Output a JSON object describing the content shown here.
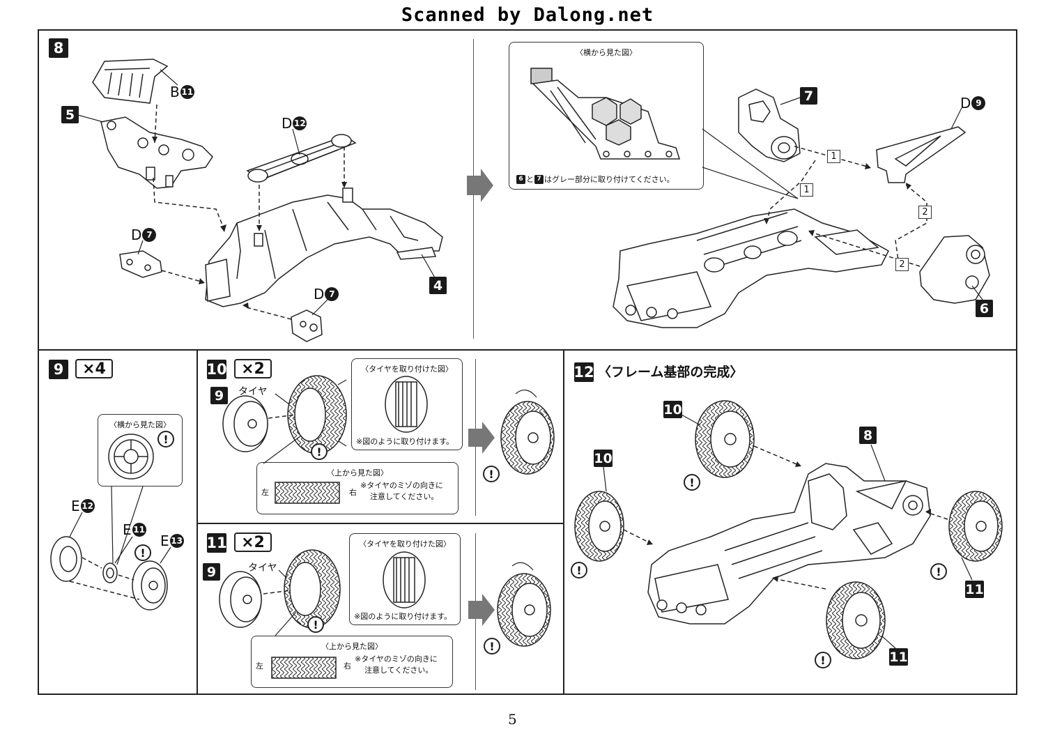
{
  "watermark": "Scanned by Dalong.net",
  "page_number": "5",
  "step8": {
    "number": "8",
    "parts": {
      "b11": {
        "letter": "B",
        "num": "11"
      },
      "d12": {
        "letter": "D",
        "num": "12"
      },
      "d7a": {
        "letter": "D",
        "num": "7"
      },
      "d7b": {
        "letter": "D",
        "num": "7"
      },
      "d9": {
        "letter": "D",
        "num": "9"
      }
    },
    "sub_refs": [
      "5",
      "4",
      "7",
      "6"
    ],
    "side_view": {
      "title": "〈横から見た図〉",
      "note_badge1": "6",
      "note_join": "と",
      "note_badge2": "7",
      "note_text": "はグレー部分に取り付けてください。"
    },
    "order_labels": [
      "1",
      "1",
      "2",
      "2"
    ]
  },
  "step9": {
    "number": "9",
    "multiplier": "×4",
    "side_view_title": "〈横から見た図〉",
    "parts": {
      "e12": {
        "letter": "E",
        "num": "12"
      },
      "e11": {
        "letter": "E",
        "num": "11"
      },
      "e13": {
        "letter": "E",
        "num": "13"
      }
    }
  },
  "step10": {
    "number": "10",
    "multiplier": "×2",
    "ref": "9",
    "tire_label": "タイヤ",
    "mounted_title": "〈タイヤを取り付けた図〉",
    "mounted_note": "※図のように取り付けます。",
    "top_title": "〈上から見た図〉",
    "left": "左",
    "right": "右",
    "top_note_line1": "※タイヤのミゾの向きに",
    "top_note_line2": "注意してください。"
  },
  "step11": {
    "number": "11",
    "multiplier": "×2",
    "ref": "9",
    "tire_label": "タイヤ",
    "mounted_title": "〈タイヤを取り付けた図〉",
    "mounted_note": "※図のように取り付けます。",
    "top_title": "〈上から見た図〉",
    "left": "左",
    "right": "右",
    "top_note_line1": "※タイヤのミゾの向きに",
    "top_note_line2": "注意してください。"
  },
  "step12": {
    "number": "12",
    "title": "〈フレーム基部の完成〉",
    "refs": {
      "r10a": "10",
      "r10b": "10",
      "r8": "8",
      "r11a": "11",
      "r11b": "11"
    }
  },
  "warning_glyph": "!"
}
